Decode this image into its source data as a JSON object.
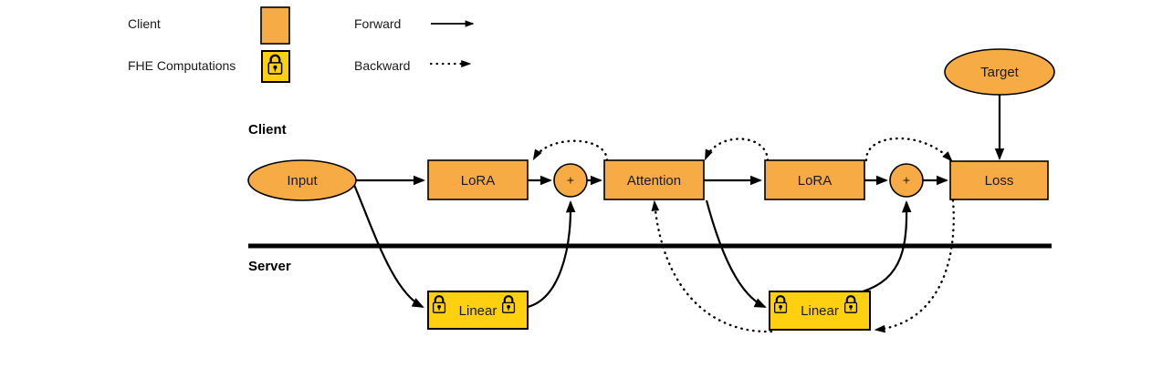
{
  "legend": {
    "items": [
      {
        "label": "Client",
        "swatch_type": "plain-square",
        "color": "#f7ab44",
        "name": "legend-client"
      },
      {
        "label": "FHE Computations",
        "swatch_type": "lock-square",
        "color": "#ffd010",
        "name": "legend-fhe"
      }
    ],
    "arrows": [
      {
        "label": "Forward",
        "style": "solid",
        "name": "legend-forward"
      },
      {
        "label": "Backward",
        "style": "dotted",
        "name": "legend-backward"
      }
    ]
  },
  "zones": {
    "client_label": "Client",
    "server_label": "Server"
  },
  "nodes": {
    "input": "Input",
    "lora_1": "LoRA",
    "plus_1": "+",
    "attention": "Attention",
    "lora_2": "LoRA",
    "plus_2": "+",
    "loss": "Loss",
    "target": "Target",
    "linear_1": "Linear",
    "linear_2": "Linear"
  },
  "colors": {
    "client_fill": "#f7ab44",
    "fhe_fill": "#ffd010",
    "stroke": "#000000",
    "background": "#ffffff",
    "text": "#1a1a1a"
  }
}
